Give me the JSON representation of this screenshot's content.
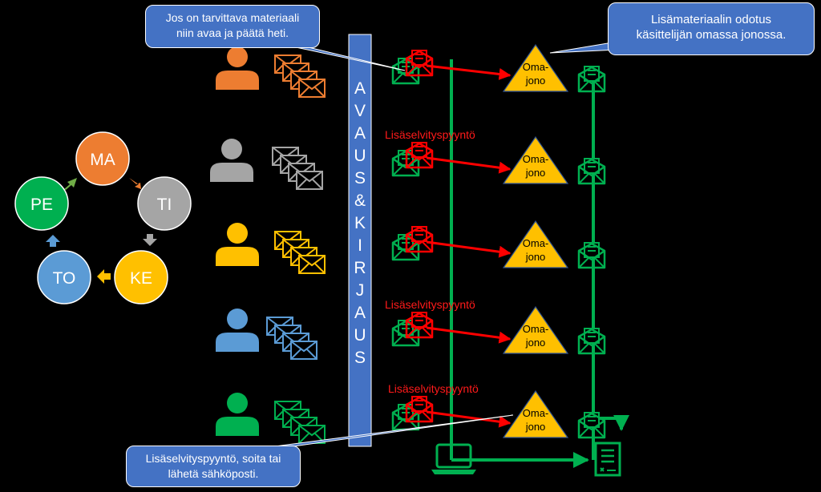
{
  "weekdays": [
    "MA",
    "TI",
    "KE",
    "TO",
    "PE"
  ],
  "weekday_colors": [
    "#ED7D31",
    "#A5A5A5",
    "#FFC000",
    "#5B9BD5",
    "#00B050"
  ],
  "column_label": "AVAUS&KIRJAUS",
  "queue_label_line1": "Oma-",
  "queue_label_line2": "jono",
  "request_label": "Lisäselvityspyyntö",
  "rows": [
    {
      "color": "#ED7D31",
      "has_request_label": false
    },
    {
      "color": "#A5A5A5",
      "has_request_label": true
    },
    {
      "color": "#FFC000",
      "has_request_label": false
    },
    {
      "color": "#5B9BD5",
      "has_request_label": true
    },
    {
      "color": "#00B050",
      "has_request_label": true
    }
  ],
  "callouts": {
    "top_left": {
      "line1": "Jos on tarvittava materiaali",
      "line2": "niin avaa ja päätä heti."
    },
    "top_right": {
      "line1": "Lisämateriaalin odotus",
      "line2": "käsittelijän omassa jonossa."
    },
    "bottom_left": {
      "line1": "Lisäselvityspyyntö, soita tai",
      "line2": "lähetä sähköposti."
    }
  },
  "icons": {
    "person": "person-icon",
    "envelopes": "envelope-stack-icon",
    "open_mail": "open-envelope-icon",
    "laptop": "laptop-icon",
    "document": "signed-document-icon"
  },
  "colors": {
    "green": "#00B050",
    "red": "#FF0000",
    "blue": "#4472C4",
    "triangle": "#FFC000"
  }
}
